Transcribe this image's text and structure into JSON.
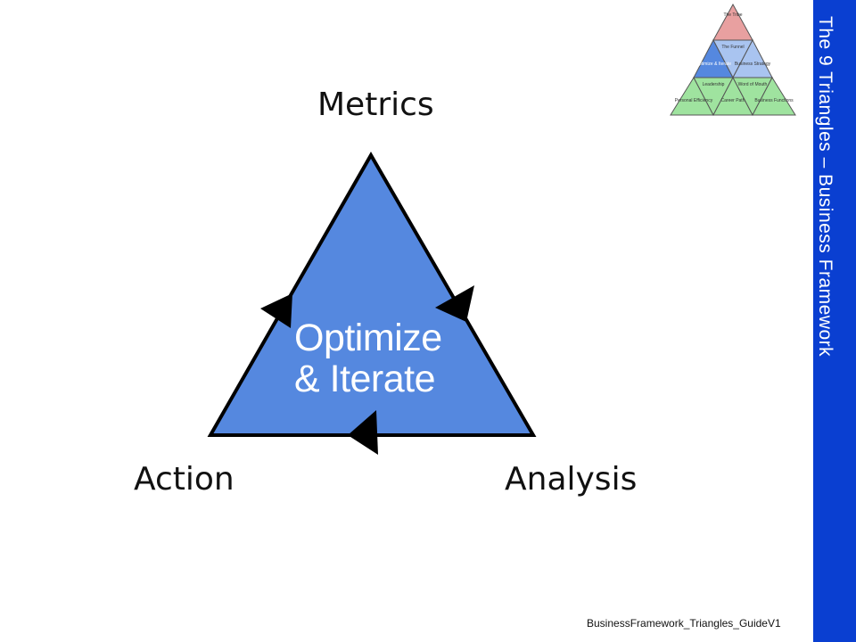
{
  "sidebar": {
    "title": "The 9 Triangles – Business Framework",
    "color": "#0a3fd1"
  },
  "diagram": {
    "labels": {
      "top": "Metrics",
      "bottom_left": "Action",
      "bottom_right": "Analysis"
    },
    "center": {
      "line1": "Optimize",
      "line2": "& Iterate"
    },
    "triangle_fill": "#5588df",
    "arrow_direction": "clockwise"
  },
  "mini_map": {
    "cells": [
      {
        "label": "The Tribe",
        "color": "#e8a0a0"
      },
      {
        "label": "Optimize & Iterate",
        "color": "#5588df"
      },
      {
        "label": "The Funnel",
        "color": "#a9c4f0"
      },
      {
        "label": "Business Strategy",
        "color": "#a9c4f0"
      },
      {
        "label": "Personal Efficiency",
        "color": "#9fe39f"
      },
      {
        "label": "Leadership",
        "color": "#9fe39f"
      },
      {
        "label": "Career Path",
        "color": "#9fe39f"
      },
      {
        "label": "Word of Mouth",
        "color": "#9fe39f"
      },
      {
        "label": "Business Functions",
        "color": "#9fe39f"
      }
    ]
  },
  "footer": {
    "text": "BusinessFramework_Triangles_GuideV1"
  }
}
